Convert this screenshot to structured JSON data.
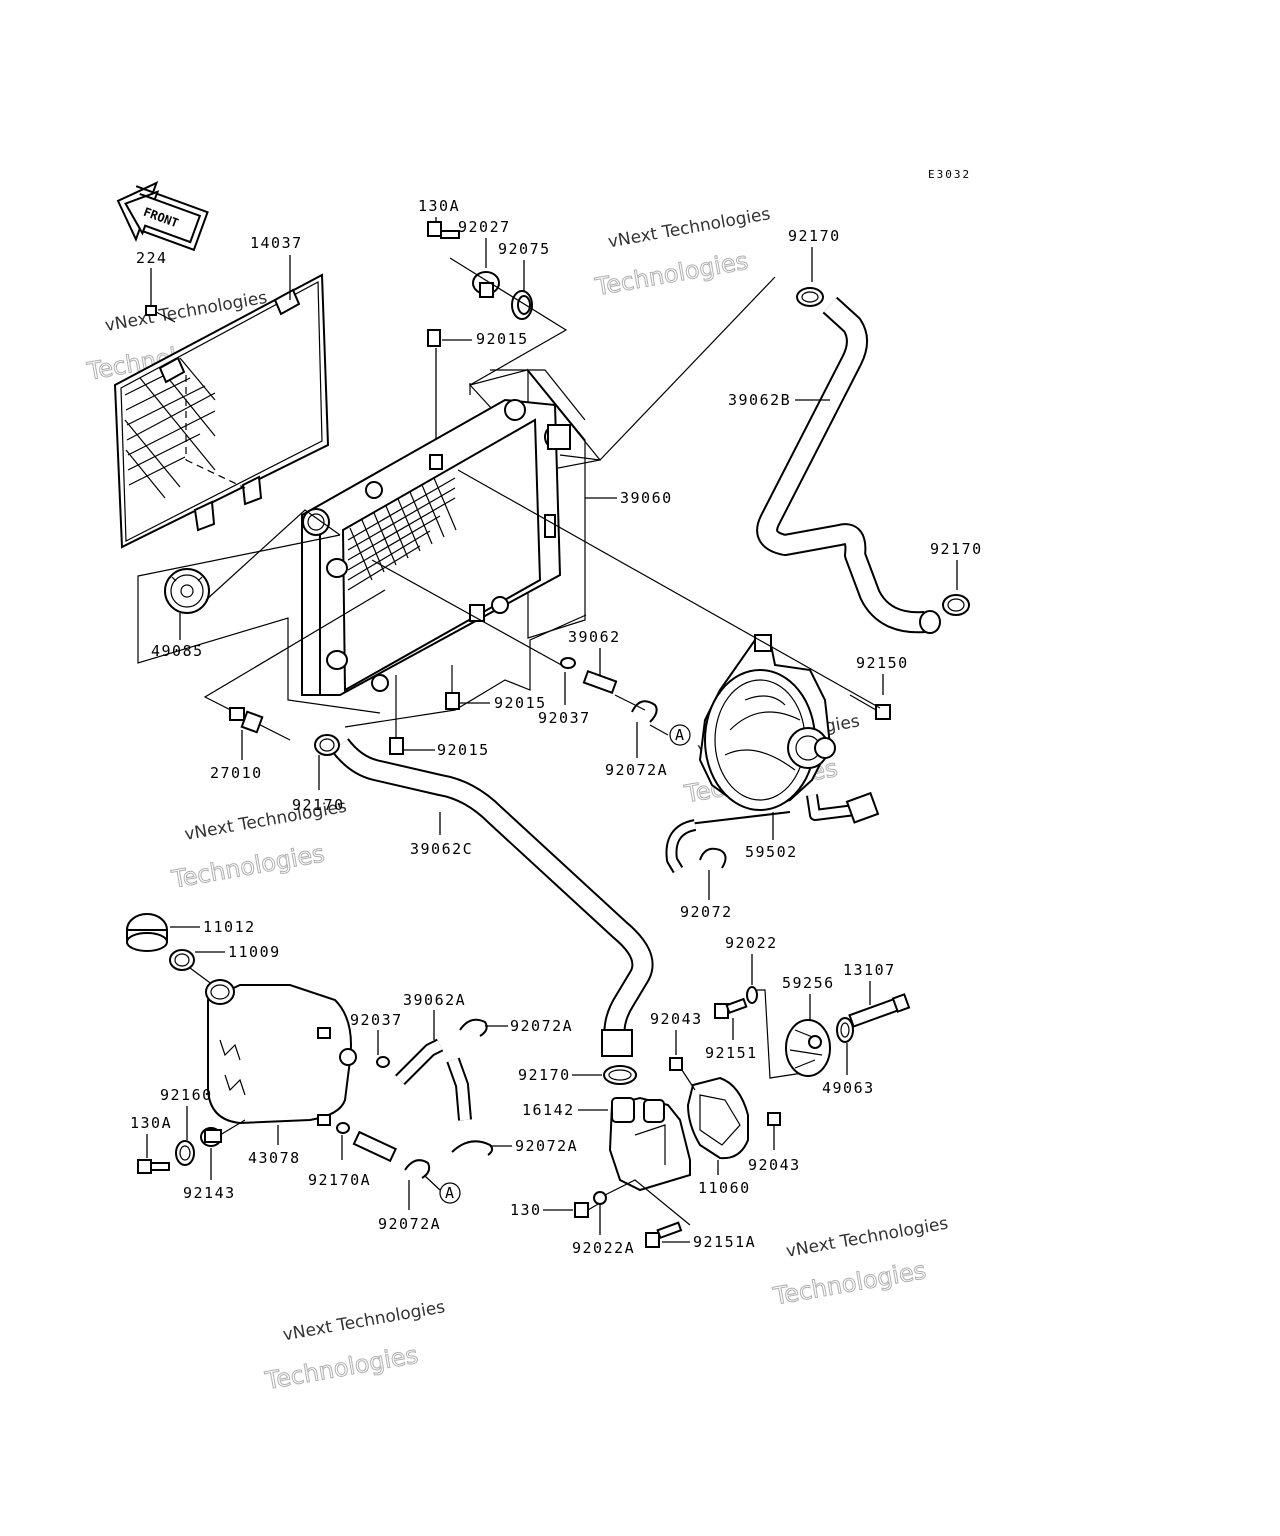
{
  "diagram_code": "E3032",
  "front_label": "FRONT",
  "watermark": {
    "line1": "vNext Technologies",
    "line2": "Technologies"
  },
  "callout_marker": "A",
  "labels": {
    "p14037": "14037",
    "p224": "224",
    "p130A_top": "130A",
    "p92027": "92027",
    "p92075": "92075",
    "p92015_top": "92015",
    "p92170_top": "92170",
    "p39062B": "39062B",
    "p39060": "39060",
    "p92170_right": "92170",
    "p49085": "49085",
    "p39062": "39062",
    "p92015_mid": "92015",
    "p92037_mid": "92037",
    "p92150": "92150",
    "p92072A_mid": "92072A",
    "p27010": "27010",
    "p92015_low": "92015",
    "p92170_left": "92170",
    "p39062C": "39062C",
    "p59502": "59502",
    "p92072": "92072",
    "p11012": "11012",
    "p11009": "11009",
    "p92022": "92022",
    "p13107": "13107",
    "p39062A": "39062A",
    "p92072A_a": "92072A",
    "p59256": "59256",
    "p92037_low": "92037",
    "p92043_top": "92043",
    "p92151": "92151",
    "p92170_mid": "92170",
    "p49063": "49063",
    "p92160": "92160",
    "p16142": "16142",
    "p130A_low": "130A",
    "p92072A_b": "92072A",
    "p92043_low": "92043",
    "p43078": "43078",
    "p92143": "92143",
    "p92170A": "92170A",
    "p11060": "11060",
    "p92072A_c": "92072A",
    "p130": "130",
    "p92022A": "92022A",
    "p92151A": "92151A"
  }
}
